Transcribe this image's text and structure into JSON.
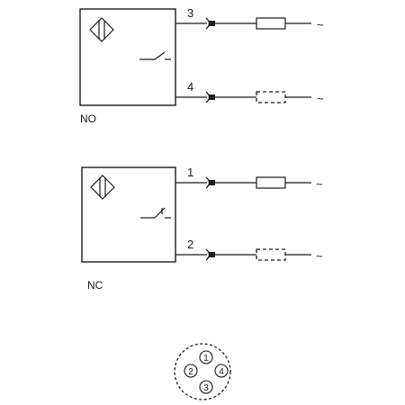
{
  "diagrams": [
    {
      "label": "NO",
      "pins": [
        {
          "number": "3",
          "symbol": "~"
        },
        {
          "number": "4",
          "symbol": "~"
        }
      ]
    },
    {
      "label": "NC",
      "pins": [
        {
          "number": "1",
          "symbol": "~"
        },
        {
          "number": "2",
          "symbol": "~"
        }
      ]
    }
  ],
  "connector": {
    "pins": [
      "1",
      "2",
      "3",
      "4"
    ]
  }
}
